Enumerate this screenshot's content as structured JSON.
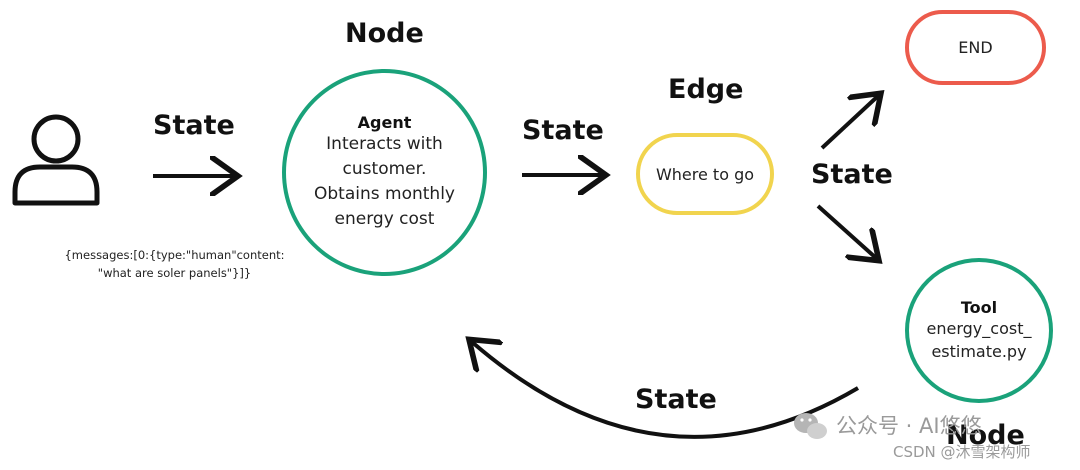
{
  "labels": {
    "state_1": "State",
    "state_2": "State",
    "state_3": "State",
    "state_4": "State",
    "node_top": "Node",
    "edge": "Edge",
    "node_bottom": "Node"
  },
  "agent": {
    "title": "Agent",
    "lines": [
      "Interacts with",
      "customer.",
      "Obtains monthly",
      "energy cost"
    ]
  },
  "router": {
    "text": "Where to go"
  },
  "end": {
    "text": "END"
  },
  "tool": {
    "title": "Tool",
    "lines": [
      "energy_cost_",
      "estimate.py"
    ]
  },
  "message": {
    "line1": "{messages:[0:{type:\"human\"content:",
    "line2": "\"what are soler panels\"}]}"
  },
  "watermark": {
    "wechat": "公众号 · AI悠悠",
    "csdn": "CSDN @沐雪架构师"
  },
  "colors": {
    "node_green": "#1aa27a",
    "edge_yellow": "#f1d44e",
    "end_red": "#ec5b4c",
    "arrow": "#111111"
  }
}
